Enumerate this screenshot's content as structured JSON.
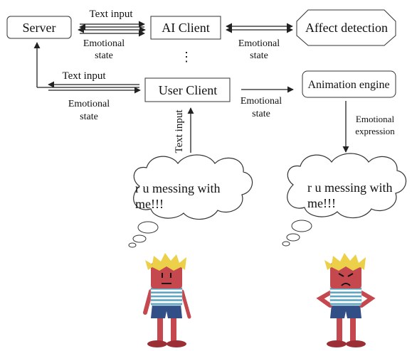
{
  "nodes": {
    "server": "Server",
    "ai_client": "AI Client",
    "affect_detection": "Affect detection",
    "user_client": "User Client",
    "animation_engine": "Animation engine"
  },
  "edges": {
    "server_ai_text": "Text input",
    "server_ai_emotional_1": "Emotional",
    "server_ai_emotional_2": "state",
    "ai_affect_emotional_1": "Emotional",
    "ai_affect_emotional_2": "state",
    "user_server_text": "Text input",
    "user_server_emotional_1": "Emotional",
    "user_server_emotional_2": "state",
    "user_anim_emotional_1": "Emotional",
    "user_anim_emotional_2": "state",
    "anim_expr_1": "Emotional",
    "anim_expr_2": "expression",
    "user_input_vertical": "Text input",
    "ellipsis": "⋮"
  },
  "bubbles": {
    "left_line1": "r u messing with",
    "left_line2": "me!!!",
    "right_line1": "r u messing with",
    "right_line2": "me!!!"
  },
  "colors": {
    "skin": "#c5484f",
    "hair": "#ecd04a",
    "stripe": "#5ea6c2",
    "shorts": "#314e86",
    "shoe": "#9c2f35"
  }
}
